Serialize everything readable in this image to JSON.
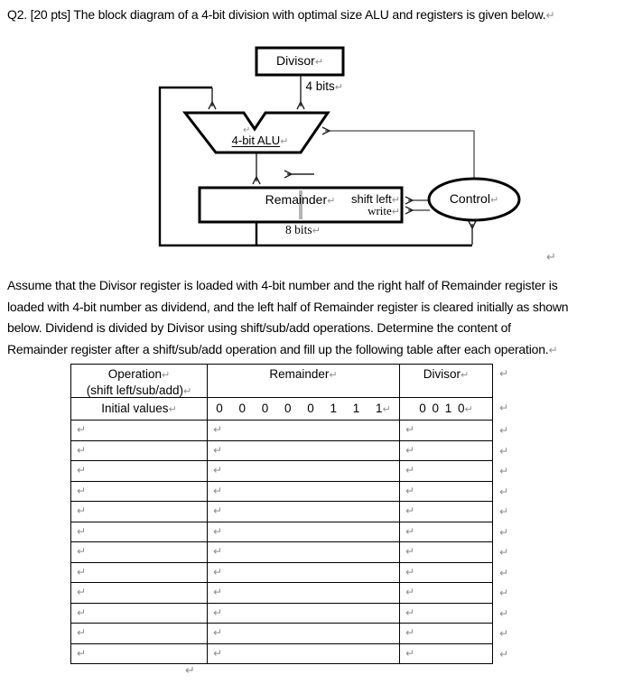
{
  "marks": {
    "pilcrow": "↵"
  },
  "title": "Q2. [20 pts] The block diagram of a 4-bit division with optimal size ALU and registers is given below.",
  "diagram": {
    "divisor_label": "Divisor",
    "divisor_bits": "4 bits",
    "alu_label": "4-bit ALU",
    "remainder_label": "Remainder",
    "shift_left_label": "shift left",
    "write_label": "write",
    "control_label": "Control",
    "remainder_bits": "8 bits"
  },
  "paragraph": {
    "lines": [
      "Assume that the Divisor register is loaded with 4-bit number and the right half of Remainder register is",
      "loaded with 4-bit number as dividend, and the left half of Remainder register is cleared initially as shown",
      "below. Dividend is divided by Divisor using shift/sub/add operations. Determine the content of",
      "Remainder register after a shift/sub/add operation and fill up the following table after each operation."
    ]
  },
  "table": {
    "headers": {
      "operation_line1": "Operation",
      "operation_line2": "(shift left/sub/add)",
      "remainder": "Remainder",
      "divisor": "Divisor"
    },
    "initial_row": {
      "label": "Initial values",
      "remainder_bits": "0 0 0 0 0 1 1 1",
      "divisor_bits": "0 0 1 0"
    },
    "empty_rows": 12
  }
}
